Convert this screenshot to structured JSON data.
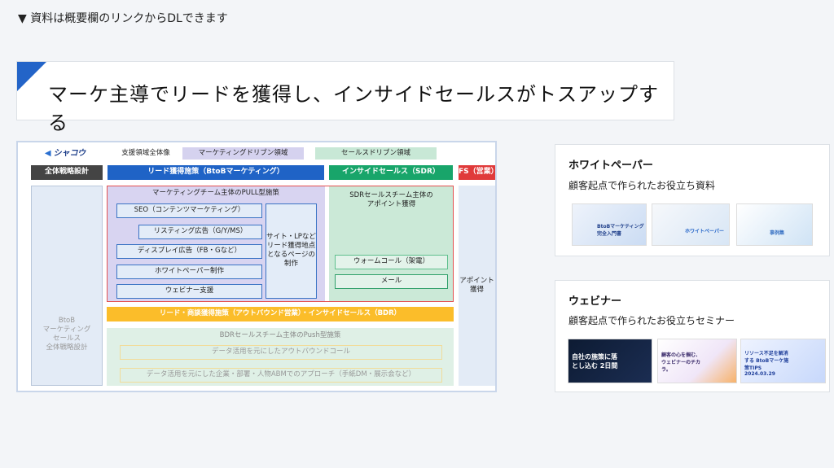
{
  "note": "▼ 資料は概要欄のリンクからDLできます",
  "title": "マーケ主導でリードを獲得し、インサイドセールスがトスアップする",
  "diagram": {
    "logo": "シャコウ",
    "overview_label": "支援領域全体像",
    "legend": {
      "marketing": "マーケティングドリブン領域",
      "sales": "セールスドリブン領域"
    },
    "headers": {
      "strategy": "全体戦略設計",
      "lead": "リード獲得施策（BtoBマーケティング）",
      "sdr": "インサイドセールス（SDR）",
      "fs": "FS（営業）"
    },
    "strategy_body": "BtoB\nマーケティング\nセールス\n全体戦略設計",
    "pull_title": "マーケティングチーム主体のPULL型施策",
    "pull_items": [
      "SEO（コンテンツマーケティング）",
      "リスティング広告（G/Y/MS）",
      "ディスプレイ広告（FB・Gなど）",
      "ホワイトペーパー制作",
      "ウェビナー支援"
    ],
    "site_box": "サイト・LPなど\nリード獲得地点\nとなるページの\n制作",
    "sdr_title": "SDRセールスチーム主体の\nアポイント獲得",
    "sdr_items": [
      "ウォームコール（架電）",
      "メール"
    ],
    "fs_body": "アポイント\n獲得",
    "bdr_header": "リード・商談獲得施策（アウトバウンド営業）・インサイドセールス（BDR）",
    "bdr_title": "BDRセールスチーム主体のPush型施策",
    "bdr_items": [
      "データ活用を元にしたアウトバウンドコール",
      "データ活用を元にした企業・部署・人物ABMでのアプローチ（手紙DM・展示会など）"
    ]
  },
  "whitepaper": {
    "title": "ホワイトペーパー",
    "subtitle": "顧客起点で作られたお役立ち資料",
    "thumbs": [
      "BtoBマーケティング 完全入門書",
      "ホワイトペーパー",
      "事例集"
    ]
  },
  "webinar": {
    "title": "ウェビナー",
    "subtitle": "顧客起点で作られたお役立ちセミナー",
    "thumbs": [
      "自社の施策に落とし込む 2日間",
      "顧客の心を掴む、ウェビナーのチカラ。",
      "リソース不足を解消する BtoBマーケ施策TIPS 2024.03.29"
    ]
  }
}
